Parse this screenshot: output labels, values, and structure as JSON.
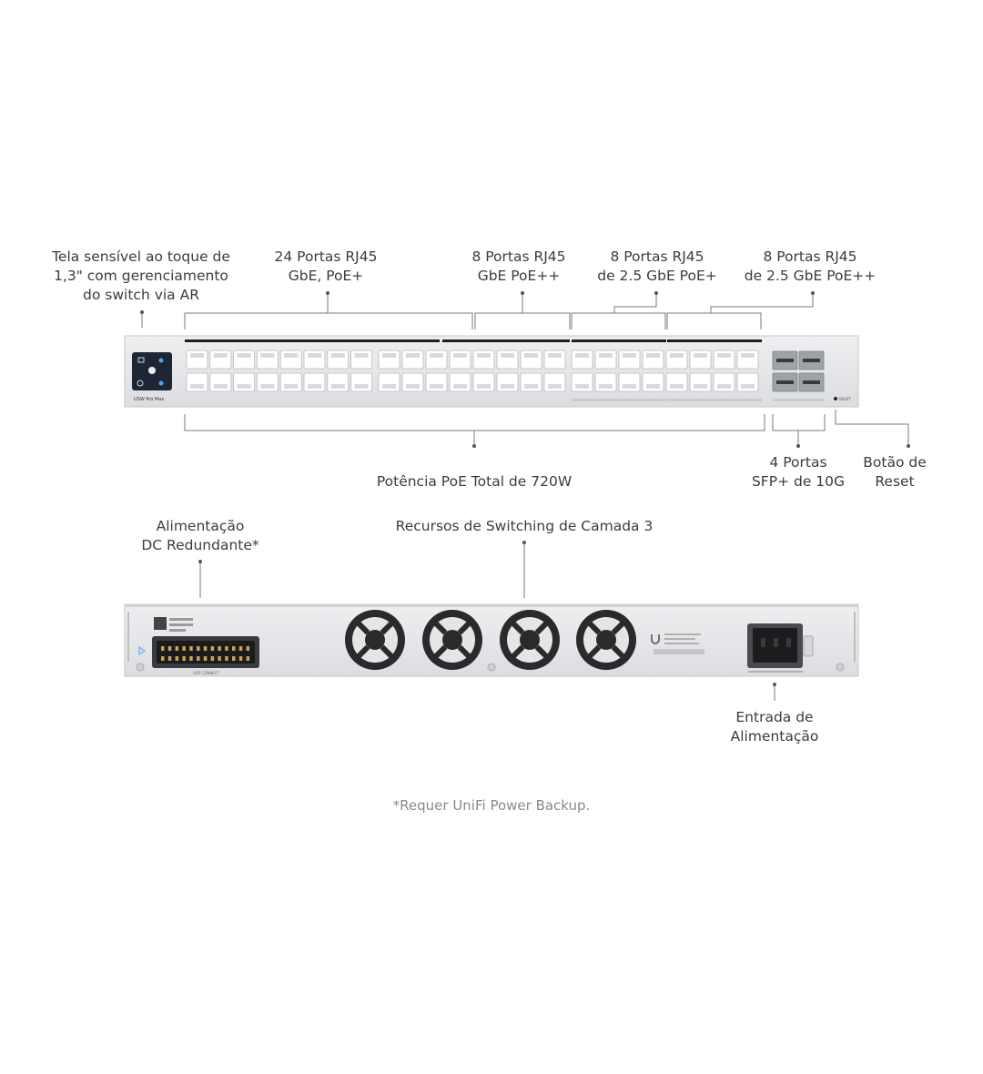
{
  "front_labels": {
    "touchscreen": "Tela sensível ao toque de\n1,3\" com gerenciamento\ndo switch via AR",
    "ports_24": "24 Portas RJ45\nGbE, PoE+",
    "ports_8_poe_pp": "8 Portas RJ45\nGbE PoE++",
    "ports_8_25_poe_p": "8 Portas RJ45\nde 2.5 GbE PoE+",
    "ports_8_25_poe_pp": "8 Portas RJ45\nde 2.5 GbE PoE++",
    "poe_total": "Potência PoE Total de 720W",
    "sfp": "4 Portas\nSFP+ de 10G",
    "reset": "Botão de\nReset"
  },
  "rear_labels": {
    "redundant_dc": "Alimentação\nDC Redundante*",
    "layer3": "Recursos de Switching de Camada 3",
    "power_input": "Entrada de\nAlimentação"
  },
  "device": {
    "brand_text": "USW Pro Max",
    "reset_text": "RESET",
    "connector_text": "USP CONNECT"
  },
  "footnote": "*Requer UniFi Power Backup.",
  "colors": {
    "chassis": "#e6e7e9",
    "chassis_edge": "#c9cacd",
    "port": "#ffffff",
    "fan": "#2a2a2c",
    "screen": "#1f2633",
    "leader": "#7a7a7a"
  }
}
